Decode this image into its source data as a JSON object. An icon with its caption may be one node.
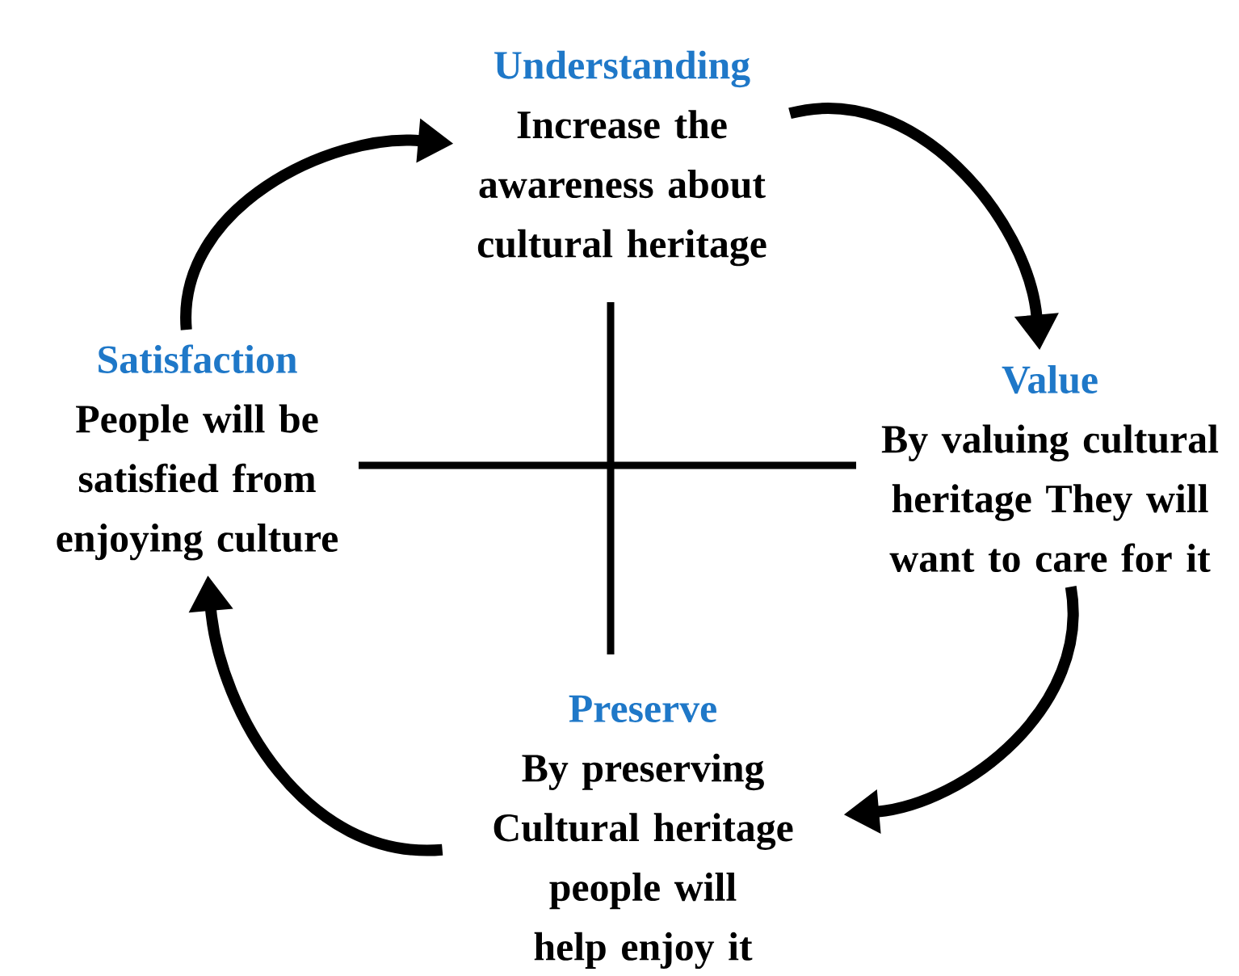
{
  "diagram": {
    "nodes": [
      {
        "text": [
          "Understanding",
          "Increase the awareness about cultural heritage"
        ]
      },
      {
        "text": [
          "Value",
          "By valuing cultural heritage They will want to care for it"
        ]
      },
      {
        "text": [
          "Preserve",
          "By preserving Cultural heritage people will help enjoy it"
        ]
      },
      {
        "text": [
          "Satisfaction",
          "People will be satisfied from enjoying culture"
        ]
      }
    ],
    "edges": [
      {
        "from": 0,
        "to": 1,
        "arrow": "to"
      },
      {
        "from": 1,
        "to": 2,
        "arrow": "to"
      },
      {
        "from": 2,
        "to": 3,
        "arrow": "to"
      },
      {
        "from": 3,
        "to": 0,
        "arrow": "to"
      }
    ]
  }
}
